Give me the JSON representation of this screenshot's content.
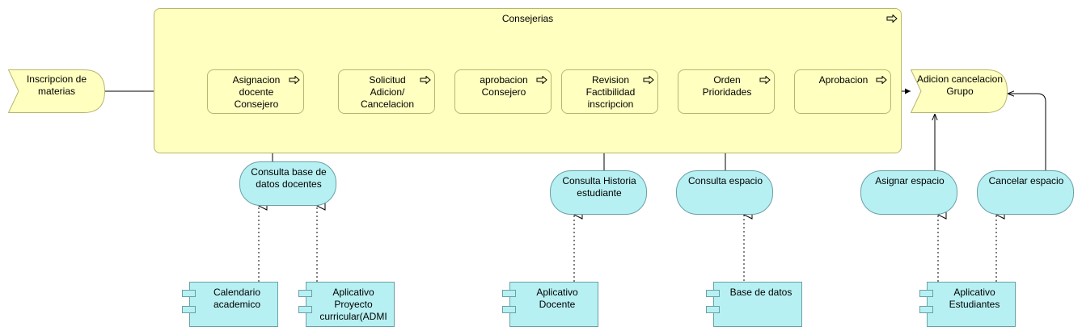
{
  "group": {
    "label": "Consejerias",
    "icon": "process-arrow-icon"
  },
  "events": {
    "start": {
      "label": "Inscripcion de\nmaterias"
    },
    "end": {
      "label": "Adicion cancelacion\nGrupo"
    }
  },
  "processes": [
    {
      "label": "Asignacion\ndocente\nConsejero"
    },
    {
      "label": "Solicitud\nAdicion/\nCancelacion"
    },
    {
      "label": "aprobacion\nConsejero"
    },
    {
      "label": "Revision\nFactibilidad\ninscripcion"
    },
    {
      "label": "Orden\nPrioridades"
    },
    {
      "label": "Aprobacion"
    }
  ],
  "services": [
    {
      "label": "Consulta base de\ndatos docentes"
    },
    {
      "label": "Consulta Historia\nestudiante"
    },
    {
      "label": "Consulta espacio"
    },
    {
      "label": "Asignar espacio"
    },
    {
      "label": "Cancelar espacio"
    }
  ],
  "components": [
    {
      "label": "Calendario\nacademico"
    },
    {
      "label": "Aplicativo\nProyecto\ncurricular(ADMI"
    },
    {
      "label": "Aplicativo\nDocente"
    },
    {
      "label": "Base de datos"
    },
    {
      "label": "Aplicativo\nEstudiantes"
    }
  ],
  "colors": {
    "process_fill": "#ffffc0",
    "process_border": "#b7b76c",
    "application_fill": "#b7f0f2",
    "application_border": "#6aa0a6"
  }
}
